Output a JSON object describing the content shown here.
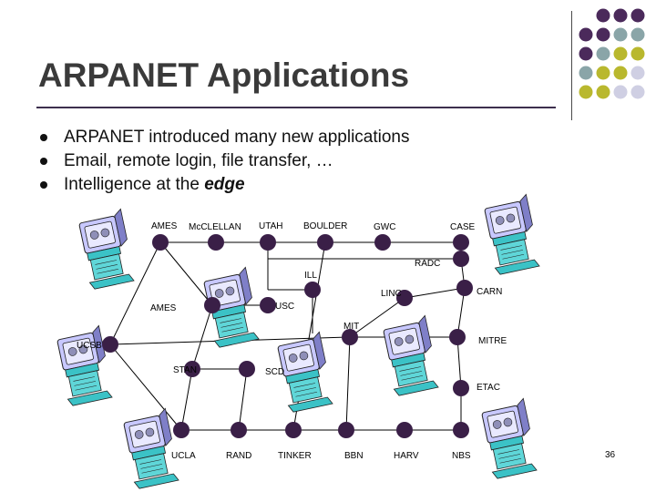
{
  "slide": {
    "title": "ARPANET Applications",
    "bullets": [
      "ARPANET introduced many new applications",
      "Email, remote login, file transfer, …",
      "Intelligence at the "
    ],
    "bullet_emphasis": "edge",
    "page_number": "36"
  },
  "network": {
    "node_color": "#3a1f47",
    "link_color": "#000000",
    "node_labels": {
      "ames_top": "AMES",
      "mcclellan": "McCLELLAN",
      "utah": "UTAH",
      "boulder": "BOULDER",
      "gwc": "GWC",
      "case": "CASE",
      "radc": "RADC",
      "ill": "ILL",
      "carn": "CARN",
      "linc": "LINC",
      "ames_mid": "AMES",
      "usc": "USC",
      "mit": "MIT",
      "mitre": "MITRE",
      "ucsb": "UCSB",
      "stan": "STAN",
      "scd": "SCD",
      "etac": "ETAC",
      "ucla": "UCLA",
      "rand": "RAND",
      "tinker": "TINKER",
      "bbn": "BBN",
      "harv": "HARV",
      "nbs": "NBS"
    }
  },
  "theme": {
    "dot_purple": "#4b2a5b",
    "dot_teal": "#8aa5a8",
    "dot_olive": "#b9b82e",
    "dot_lavender": "#cfcfe3"
  }
}
